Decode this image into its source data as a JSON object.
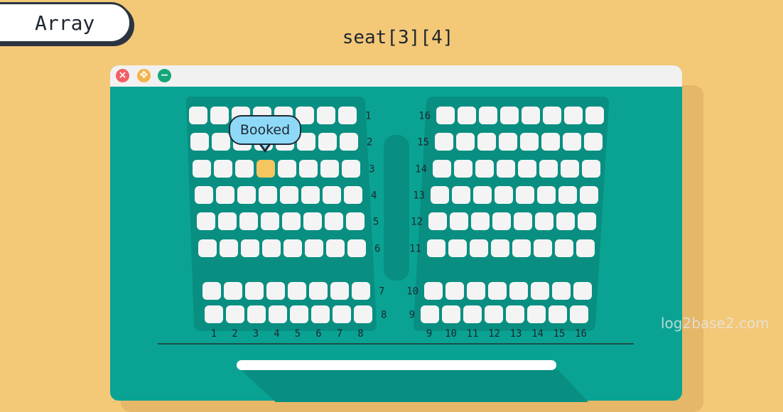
{
  "tag_label": "Array",
  "code_label": "seat[3][4]",
  "window": {
    "close_icon": "close-icon",
    "maximize_icon": "expand-icon",
    "minimize_icon": "minimize-icon"
  },
  "booked_label": "Booked",
  "booked_seat": {
    "row": 3,
    "column": 4
  },
  "left_row_labels": [
    "1",
    "2",
    "3",
    "4",
    "5",
    "6",
    "7",
    "8"
  ],
  "right_row_labels": [
    "16",
    "15",
    "14",
    "13",
    "12",
    "11",
    "10",
    "9"
  ],
  "left_col_labels": [
    "1",
    "2",
    "3",
    "4",
    "5",
    "6",
    "7",
    "8"
  ],
  "right_col_labels": [
    "9",
    "10",
    "11",
    "12",
    "13",
    "14",
    "15",
    "16"
  ],
  "watermark": "log2base2.com",
  "colors": {
    "background": "#f3c877",
    "window": "#0aa393",
    "seat": "#f4f4f4",
    "booked": "#f5c65f",
    "bubble": "#8fd9f8"
  }
}
